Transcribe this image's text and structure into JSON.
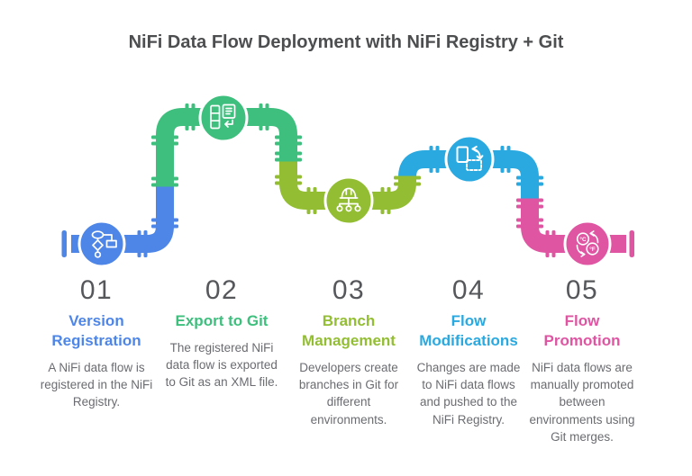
{
  "title": "NiFi Data Flow Deployment with NiFi Registry + Git",
  "text_colors": {
    "title": "#4d4e50",
    "number": "#56575b",
    "description": "#6b6c71"
  },
  "steps": [
    {
      "number": "01",
      "heading": "Version Registration",
      "description": "A NiFi data flow is registered in the NiFi Registry.",
      "color": "#4e86e8",
      "icon": "flowchart-icon"
    },
    {
      "number": "02",
      "heading": "Export to Git",
      "description": "The registered NiFi data flow is exported to Git as an XML file.",
      "color": "#3ebf7d",
      "icon": "registry-export-document-icon"
    },
    {
      "number": "03",
      "heading": "Branch Management",
      "description": "Developers create branches in Git for different environments.",
      "color": "#93be33",
      "icon": "engineer-hardhat-branches-icon"
    },
    {
      "number": "04",
      "heading": "Flow Modifications",
      "description": "Changes are made to NiFi data flows and pushed to the NiFi Registry.",
      "color": "#2aa9e0",
      "icon": "rotate-device-icon"
    },
    {
      "number": "05",
      "heading": "Flow Promotion",
      "description": "NiFi data flows are manually promoted between environments using Git merges.",
      "color": "#df55a2",
      "icon": "temperature-conversion-icon"
    }
  ],
  "icon_labels": {
    "celsius": "°C",
    "fahrenheit": "°F"
  }
}
